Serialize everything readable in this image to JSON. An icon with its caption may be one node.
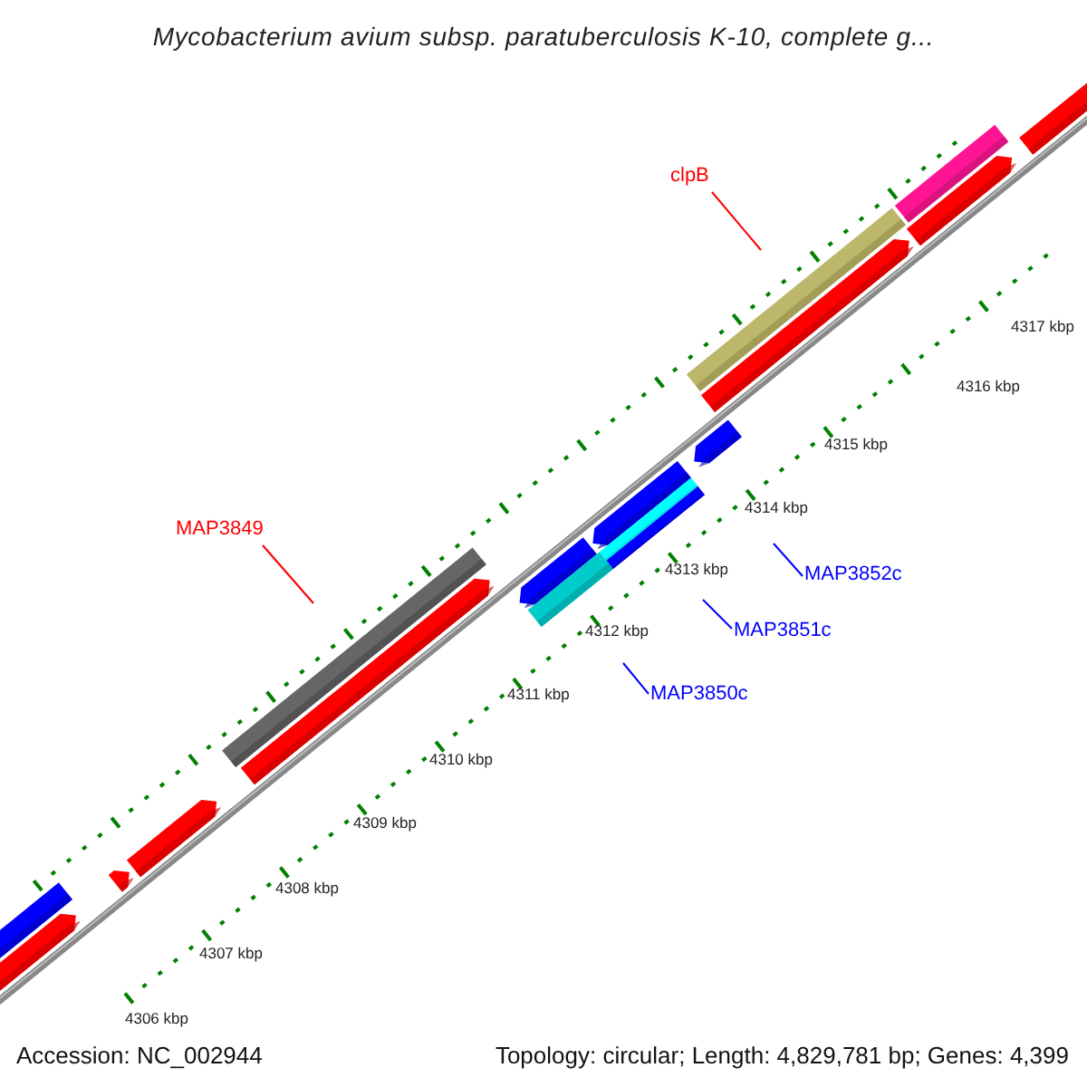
{
  "diagram": {
    "title": "Mycobacterium avium subsp. paratuberculosis K-10, complete g...",
    "nodes": [
      {
        "text": [
          "clpB"
        ]
      },
      {
        "text": [
          "MAP3849"
        ]
      },
      {
        "text": [
          "MAP3852c"
        ]
      },
      {
        "text": [
          "MAP3851c"
        ]
      },
      {
        "text": [
          "MAP3850c"
        ]
      }
    ],
    "edges": [
      {
        "from": 0,
        "to": null,
        "arrow": "none",
        "color": "#ff0000"
      },
      {
        "from": 1,
        "to": null,
        "arrow": "none",
        "color": "#ff0000"
      },
      {
        "from": 2,
        "to": null,
        "arrow": "none"
      },
      {
        "from": 3,
        "to": null,
        "arrow": "none"
      },
      {
        "from": 4,
        "to": null,
        "arrow": "none"
      }
    ],
    "labels": [
      "4317 kbp",
      "4316 kbp",
      "4315 kbp",
      "4314 kbp",
      "4313 kbp",
      "4312 kbp",
      "4311 kbp",
      "4310 kbp",
      "4309 kbp",
      "4308 kbp",
      "4307 kbp",
      "4306 kbp",
      "Accession: NC_002944",
      "Topology: circular; Length: 4,829,781 bp; Genes: 4,399"
    ]
  }
}
